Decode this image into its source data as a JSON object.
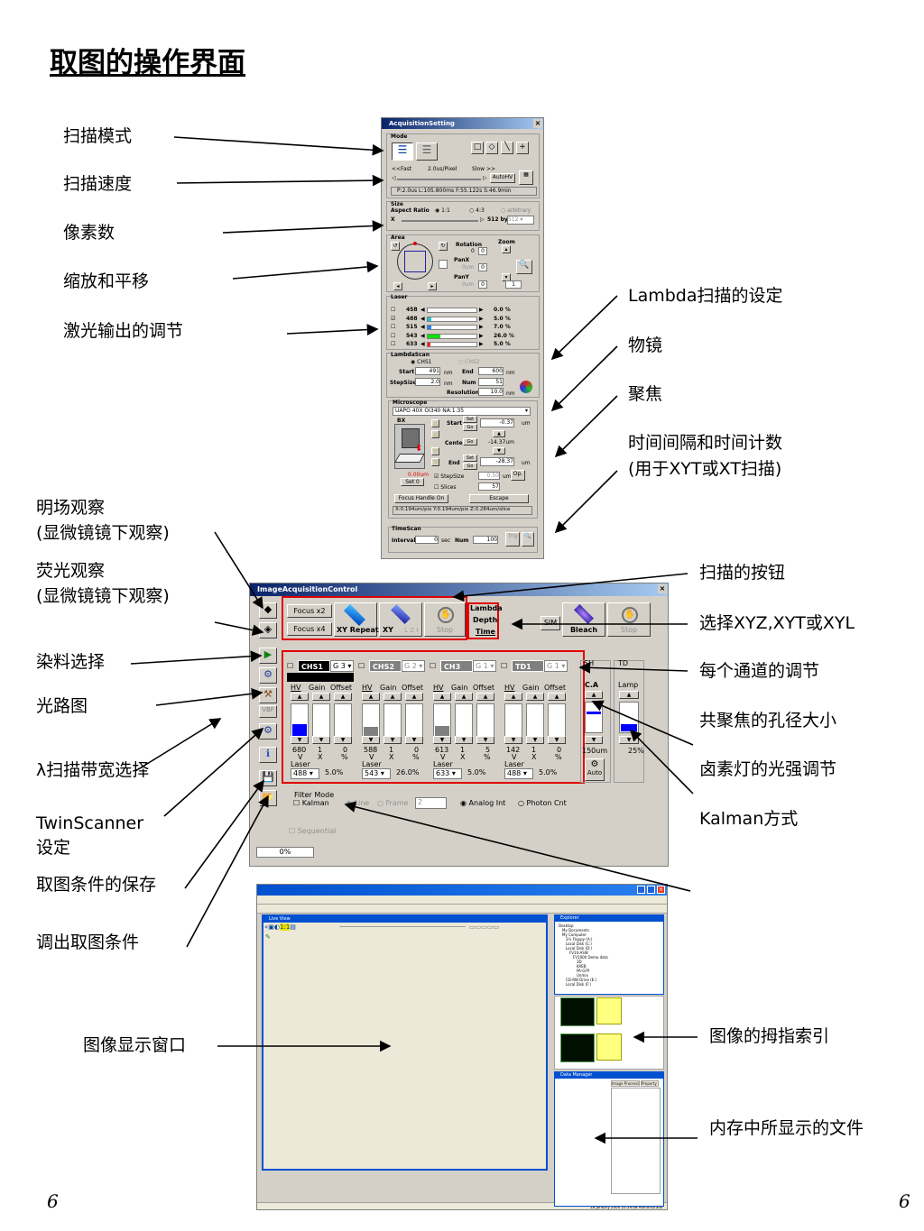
{
  "title": "取图的操作界面",
  "left_labels": [
    "扫描模式",
    "扫描速度",
    "像素数",
    "缩放和平移",
    "激光输出的调节"
  ],
  "right_labels": [
    "Lambda扫描的设定",
    "物镜",
    "聚焦",
    "时间间隔和时间计数",
    "(用于XYT或XT扫描)"
  ],
  "mid_left_labels": [
    "明场观察",
    "(显微镜镜下观察)",
    "荧光观察",
    "(显微镜镜下观察)",
    "染料选择",
    "光路图",
    "λ扫描带宽选择",
    "TwinScanner",
    "设定",
    "取图条件的保存",
    "调出取图条件",
    "图像显示窗口"
  ],
  "mid_right_labels": [
    "扫描的按钮",
    "选择XYZ,XYT或XYL",
    "每个通道的调节",
    "共聚焦的孔径大小",
    "卤素灯的光强调节",
    "Kalman方式",
    "图像的拇指索引",
    "内存中所显示的文件"
  ],
  "page_number_left": "6",
  "page_number_right": "6",
  "acq_setting": {
    "title": "AcquisitionSetting",
    "mode_label": "Mode",
    "speed_fast": "<<Fast",
    "speed_value": "2.0us/Pixel",
    "speed_slow": "Slow >>",
    "autohv": "AutoHV",
    "timing": "P:2.0us  L:105.800ms  F:55.122s  S:46.9min",
    "size_label": "Size",
    "aspect_label": "Aspect Ratio",
    "aspect_1": "1:1",
    "aspect_2": "4:3",
    "aspect_3": "arbitrary",
    "x_label": "X",
    "by_label": "512 by",
    "by_value": "512",
    "area_label": "Area",
    "rotation_label": "Rotation",
    "rotation_val": "0",
    "rotation_field": "0",
    "zoom_label": "Zoom",
    "panx_label": "PanX",
    "pany_label": "PanY",
    "pan_unit": "0um",
    "panx_field": "0",
    "pany_field": "0",
    "zoom_field": "1",
    "laser_label": "Laser",
    "lasers": [
      {
        "wl": "458",
        "pct": "0.0 %",
        "checked": false,
        "color": "#ffffff",
        "level": 0.0
      },
      {
        "wl": "488",
        "pct": "5.0 %",
        "checked": true,
        "color": "#20c0d0",
        "level": 0.05
      },
      {
        "wl": "515",
        "pct": "7.0 %",
        "checked": false,
        "color": "#2080ff",
        "level": 0.07
      },
      {
        "wl": "543",
        "pct": "26.0 %",
        "checked": false,
        "color": "#00e000",
        "level": 0.26
      },
      {
        "wl": "633",
        "pct": "5.0 %",
        "checked": false,
        "color": "#ff2020",
        "level": 0.05
      }
    ],
    "lambdascan_label": "LambdaScan",
    "chs1": "CHS1",
    "chs2": "CHS2",
    "start_label": "Start",
    "start_val": "491",
    "end_label": "End",
    "end_val": "600",
    "nm": "nm",
    "stepsize_label": "StepSize",
    "stepsize_val": "2.0",
    "num_label": "Num",
    "num_val": "51",
    "resolution_label": "Resolution",
    "resolution_val": "10.0",
    "microscope_label": "Microscope",
    "objective": "UAPO    40X OI340  NA:1.35",
    "bx_label": "BX",
    "set_label": "Set",
    "go_label": "Go",
    "start_z": "-0.37",
    "center_label": "Center",
    "center_z": "-14.37um",
    "end_z": "-28.37",
    "um": "um",
    "zpos": "0.00um",
    "set0": "Set 0",
    "stepsize_chk": "StepSize",
    "step_val": "0.50",
    "slices_label": "Slices",
    "slices_val": "57",
    "op_label": "Op.",
    "focus_handle": "Focus Handle On",
    "escape": "Escape",
    "pix_info": "X:0.194um/pix Y:0.194um/pix Z:0.284um/slice",
    "timescan_label": "TimeScan",
    "interval_label": "Interval",
    "interval_val": "0",
    "sec": "sec",
    "num2_label": "Num",
    "num2_val": "100",
    "trig": "Trig"
  },
  "iac": {
    "title": "ImageAcquisitionControl",
    "focus_x2": "Focus x2",
    "focus_x4": "Focus x4",
    "xy_repeat": "XY Repeat",
    "xy": "XY",
    "lz": "L Z t",
    "stop": "Stop",
    "lambda": "Lambda",
    "depth": "Depth",
    "time": "Time",
    "sim": "SIM",
    "bleach": "Bleach",
    "stop2": "Stop",
    "vbf": "VBF",
    "channels": [
      {
        "name": "CHS1",
        "sel": "G 3",
        "hv": "680",
        "gain": "1",
        "offset": "0",
        "laser": "488",
        "pct": "5.0%",
        "hv_level": 0.45,
        "gain_level": 0,
        "off_level": 0.08,
        "fill": "#0000ff"
      },
      {
        "name": "CHS2",
        "sel": "G 2",
        "hv": "588",
        "gain": "1",
        "offset": "0",
        "laser": "543",
        "pct": "26.0%",
        "hv_level": 0.38,
        "gain_level": 0,
        "off_level": 0.08,
        "fill": "#808080"
      },
      {
        "name": "CH3",
        "sel": "G 1",
        "hv": "613",
        "gain": "1",
        "offset": "5",
        "laser": "633",
        "pct": "5.0%",
        "hv_level": 0.4,
        "gain_level": 0,
        "off_level": 0.1,
        "fill": "#808080"
      },
      {
        "name": "TD1",
        "sel": "G 1",
        "hv": "142",
        "gain": "1",
        "offset": "0",
        "laser": "488",
        "pct": "5.0%",
        "hv_level": 0.05,
        "gain_level": 0,
        "off_level": 0.05,
        "fill": "#808080"
      }
    ],
    "hv": "HV",
    "gain": "Gain",
    "offset": "Offset",
    "v": "V",
    "x": "X",
    "pct_unit": "%",
    "laser": "Laser",
    "sh": "SH",
    "ca": "C.A",
    "ca_val": "150um",
    "auto": "Auto",
    "td": "TD",
    "lamp": "Lamp",
    "lamp_val": "25%",
    "filter_mode": "Filter Mode",
    "kalman": "Kalman",
    "line": "Line",
    "frame": "Frame",
    "frame_val": "2",
    "analog": "Analog Int",
    "photon": "Photon Cnt",
    "sequential": "Sequential",
    "progress": "0%"
  },
  "fluoview": {
    "live_view": "Live View",
    "explorer": "Explorer",
    "data_manager": "Data Manager",
    "image_processing": "Image Processing",
    "property": "Property",
    "tree": [
      "Desktop",
      "My Documents",
      "My Computer",
      "3½ Floppy (A:)",
      "Local Disk (C:)",
      "Local Disk (D:)",
      "FV10-ASW",
      "FV1000 Demo data",
      "3D",
      "KAEB",
      "PA-GFP",
      "Unmix",
      "CD-RW Drive (E:)",
      "Local Disk (F:)"
    ],
    "status": "28 January 2004 10:59:08 Administrator"
  }
}
